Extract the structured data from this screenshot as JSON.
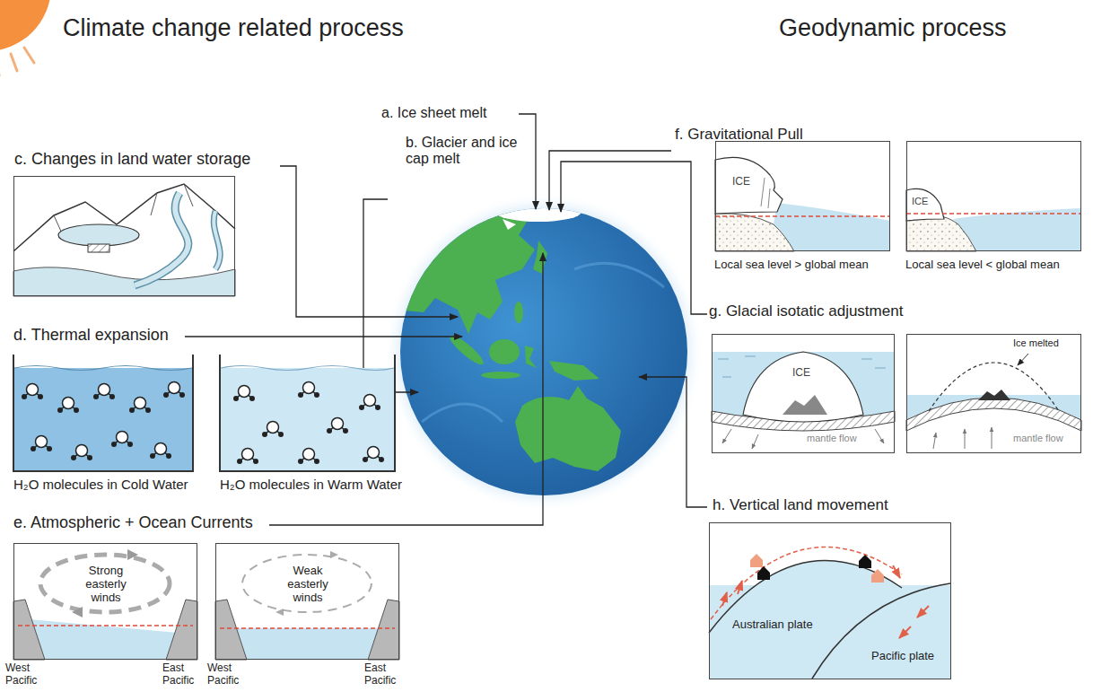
{
  "diagram": {
    "nodes": [
      {
        "text": [
          "c. Changes in land water storage"
        ]
      },
      {
        "text": [
          "H₂O molecules in Cold Water"
        ]
      },
      {
        "text": [
          "H₂O molecules in Warm Water"
        ]
      },
      {
        "text": [
          "Strong easterly winds",
          "West Pacific",
          "East Pacific"
        ]
      },
      {
        "text": [
          "Weak easterly winds",
          "West Pacific",
          "East Pacific"
        ]
      },
      {
        "text": [
          "ICE",
          "Local sea level > global mean"
        ]
      },
      {
        "text": [
          "ICE",
          "Local sea level < global mean"
        ]
      },
      {
        "text": [
          "ICE",
          "mantle flow"
        ]
      },
      {
        "text": [
          "Ice melted",
          "mantle flow"
        ]
      },
      {
        "text": [
          "h. Vertical land movement",
          "Australian plate",
          "Pacific plate"
        ]
      }
    ],
    "labels": [
      "Climate change related process",
      "Geodynamic process",
      "a. Ice sheet melt",
      "b. Glacier and ice cap melt",
      "d. Thermal expansion",
      "e. Atmospheric + Ocean Currents",
      "f. Gravitational Pull",
      "g. Glacial isotatic adjustment"
    ]
  }
}
